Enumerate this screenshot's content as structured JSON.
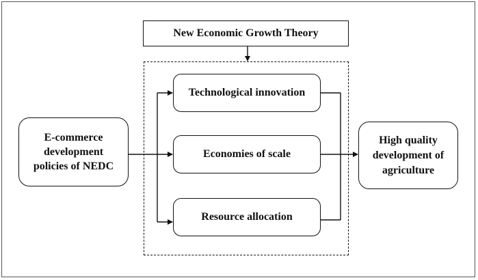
{
  "diagram": {
    "theory_label": "New Economic Growth Theory",
    "left_box_lines": [
      "E-commerce",
      "development",
      "policies of NEDC"
    ],
    "mechanisms": [
      "Technological innovation",
      "Economies of scale",
      "Resource allocation"
    ],
    "right_box_lines": [
      "High quality",
      "development of",
      "agriculture"
    ]
  },
  "colors": {
    "line": "#111111",
    "frame": "#555555",
    "background": "#ffffff"
  }
}
